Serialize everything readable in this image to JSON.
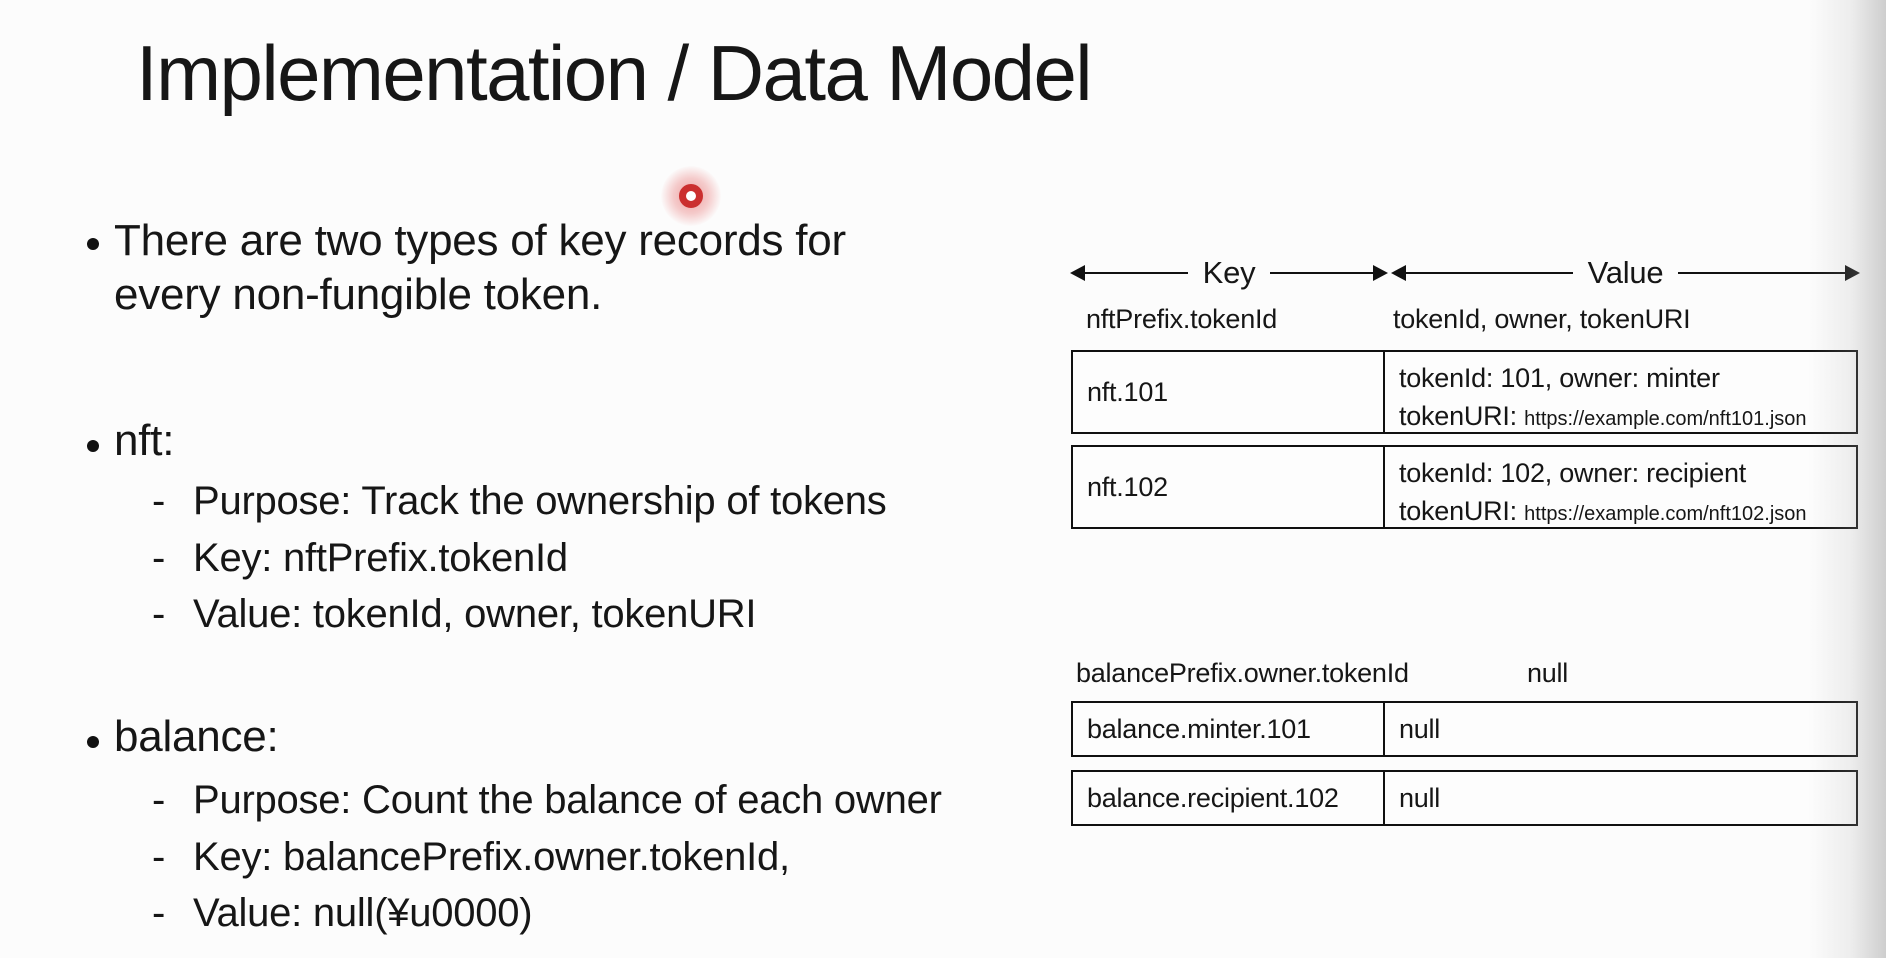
{
  "slide": {
    "title": "Implementation / Data Model",
    "bullet_glyph": "•",
    "dash_glyph": "-",
    "intro_bullet": {
      "line1": "There are two types of key records for",
      "line2": "every non-fungible token."
    },
    "nft_bullet": {
      "label": "nft:",
      "items": [
        "Purpose: Track the ownership of tokens",
        "Key: nftPrefix.tokenId",
        "Value: tokenId, owner, tokenURI"
      ]
    },
    "balance_bullet": {
      "label": "balance:",
      "items": [
        "Purpose: Count the balance of each owner",
        "Key: balancePrefix.owner.tokenId,",
        "Value: null(¥u0000)"
      ]
    }
  },
  "diagram": {
    "key_arrow_label": "Key",
    "value_arrow_label": "Value",
    "nft_table": {
      "key_header": "nftPrefix.tokenId",
      "value_header": "tokenId, owner, tokenURI",
      "rows": [
        {
          "key": "nft.101",
          "value_line1": "tokenId: 101, owner: minter",
          "value_label2": "tokenURI: ",
          "value_url": "https://example.com/nft101.json"
        },
        {
          "key": "nft.102",
          "value_line1": "tokenId: 102, owner: recipient",
          "value_label2": "tokenURI: ",
          "value_url": "https://example.com/nft102.json"
        }
      ]
    },
    "balance_table": {
      "key_header": "balancePrefix.owner.tokenId",
      "value_header": "null",
      "rows": [
        {
          "key": "balance.minter.101",
          "value": "null"
        },
        {
          "key": "balance.recipient.102",
          "value": "null"
        }
      ]
    }
  },
  "pointer": {
    "name": "laser-pointer-dot",
    "color": "#cb2f2f"
  },
  "colors": {
    "background": "#fcfcfc",
    "text": "#161616",
    "table_border": "#101010",
    "edge_shade": "#969696"
  }
}
